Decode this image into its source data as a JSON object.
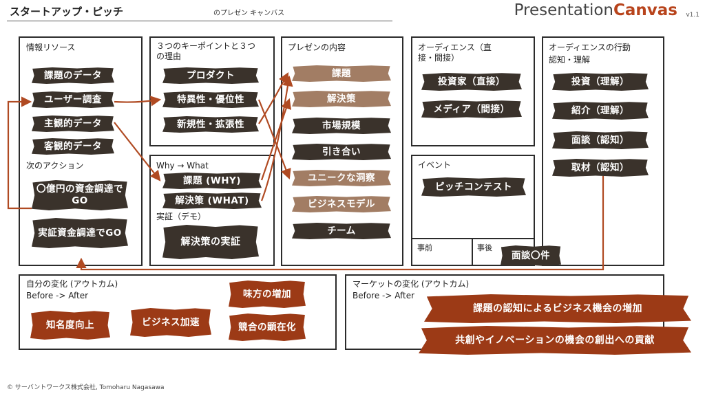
{
  "header": {
    "title": "スタートアップ・ピッチ",
    "subtitle": "のプレゼン キャンバス",
    "brand_part1": "Presentation",
    "brand_part2": "Canvas",
    "version": "v1.1"
  },
  "info_resources": {
    "label": "情報リソース",
    "items": [
      "課題のデータ",
      "ユーザー調査",
      "主観的データ",
      "客観的データ"
    ]
  },
  "next_action": {
    "label": "次のアクション",
    "items": [
      "〇億円の資金調達でGO",
      "実証資金調達でGO"
    ]
  },
  "key_points": {
    "label": "３つのキーポイントと３つの理由",
    "items": [
      "プロダクト",
      "特異性・優位性",
      "新規性・拡張性"
    ]
  },
  "why_what": {
    "label": "Why → What",
    "items": [
      "課題 (WHY)",
      "解決策 (WHAT)"
    ]
  },
  "demo": {
    "label": "実証（デモ）",
    "item": "解決策の実証"
  },
  "content": {
    "label": "プレゼンの内容",
    "items": [
      {
        "text": "課題",
        "style": "light"
      },
      {
        "text": "解決策",
        "style": "light"
      },
      {
        "text": "市場規模",
        "style": "dark"
      },
      {
        "text": "引き合い",
        "style": "dark"
      },
      {
        "text": "ユニークな洞察",
        "style": "light"
      },
      {
        "text": "ビジネスモデル",
        "style": "light"
      },
      {
        "text": "チーム",
        "style": "dark"
      }
    ]
  },
  "audience": {
    "label": "オーディエンス（直接・間接）",
    "items": [
      "投資家（直接）",
      "メディア（間接）"
    ]
  },
  "event": {
    "label": "イベント",
    "item": "ピッチコンテスト",
    "before_label": "事前",
    "after_label": "事後",
    "after_item": "面談〇件"
  },
  "audience_action": {
    "label": "オーディエンスの行動",
    "sublabel": "認知・理解",
    "items": [
      "投資（理解）",
      "紹介（理解）",
      "面談（認知）",
      "取材（認知）"
    ]
  },
  "self_change": {
    "label": "自分の変化 (アウトカム)",
    "sublabel": "Before -> After",
    "items": [
      "知名度向上",
      "ビジネス加速",
      "味方の増加",
      "競合の顕在化"
    ]
  },
  "market_change": {
    "label": "マーケットの変化 (アウトカム)",
    "sublabel": "Before -> After",
    "items": [
      "課題の認知によるビジネス機会の増加",
      "共創やイノベーションの機会の創出への貢献"
    ]
  },
  "footer": {
    "copyright": "© サーバントワークス株式会社, Tomoharu Nagasawa"
  },
  "colors": {
    "dark": "#3a322b",
    "light": "#a27d64",
    "red": "#9c3a16",
    "arrow": "#b04a22"
  }
}
